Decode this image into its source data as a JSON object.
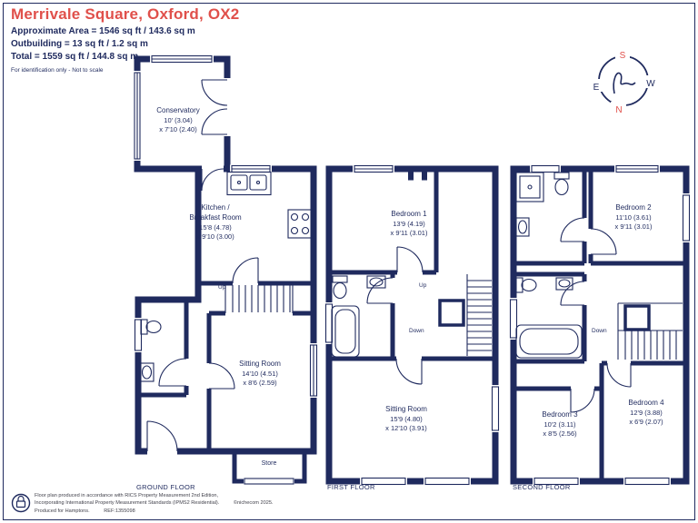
{
  "header": {
    "title": "Merrivale Square, Oxford, OX2",
    "area_line": "Approximate Area = 1546 sq ft / 143.6 sq m",
    "outbuilding_line": "Outbuilding = 13 sq ft / 1.2 sq m",
    "total_line": "Total = 1559 sq ft / 144.8 sq m",
    "disclaimer": "For identification only - Not to scale"
  },
  "compass": {
    "n": "N",
    "s": "S",
    "e": "E",
    "w": "W"
  },
  "ground": {
    "floor_label": "GROUND FLOOR",
    "conservatory": {
      "name": "Conservatory",
      "d1": "10' (3.04)",
      "d2": "x 7'10 (2.40)"
    },
    "kitchen": {
      "name1": "Kitchen /",
      "name2": "Breakfast Room",
      "d1": "15'8 (4.78)",
      "d2": "x 9'10 (3.00)"
    },
    "sitting": {
      "name": "Sitting Room",
      "d1": "14'10 (4.51)",
      "d2": "x 8'6 (2.59)"
    },
    "store": "Store",
    "up": "Up"
  },
  "first": {
    "floor_label": "FIRST FLOOR",
    "bedroom1": {
      "name": "Bedroom 1",
      "d1": "13'9 (4.19)",
      "d2": "x 9'11 (3.01)"
    },
    "sitting": {
      "name": "Sitting Room",
      "d1": "15'9 (4.80)",
      "d2": "x 12'10 (3.91)"
    },
    "up": "Up",
    "down": "Down"
  },
  "second": {
    "floor_label": "SECOND FLOOR",
    "bedroom2": {
      "name": "Bedroom 2",
      "d1": "11'10 (3.61)",
      "d2": "x 9'11 (3.01)"
    },
    "bedroom3": {
      "name": "Bedroom 3",
      "d1": "10'2 (3.11)",
      "d2": "x 8'5 (2.56)"
    },
    "bedroom4": {
      "name": "Bedroom 4",
      "d1": "12'9 (3.88)",
      "d2": "x 6'9 (2.07)"
    },
    "down": "Down"
  },
  "footer": {
    "line1": "Floor plan produced in accordance with RICS Property Measurement 2nd Edition,",
    "line2": "Incorporating International Property Measurement Standards (IPMS2 Residential).",
    "copyright": "©nichecom 2025.",
    "line3": "Produced for Hamptons.",
    "ref": "REF:1355098"
  },
  "colors": {
    "wall": "#1f2a5e",
    "accent": "#e0504b"
  }
}
